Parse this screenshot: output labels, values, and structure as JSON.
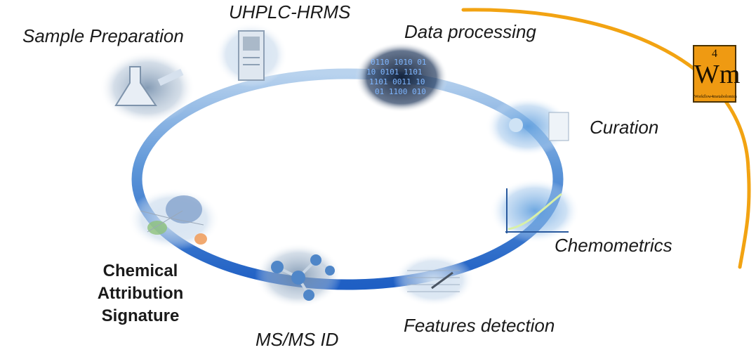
{
  "steps": {
    "sample_preparation": "Sample Preparation",
    "uhplc_hrms": "UHPLC-HRMS",
    "data_processing": "Data processing",
    "curation": "Curation",
    "chemometrics": "Chemometrics",
    "features_detection": "Features detection",
    "msms_id": "MS/MS ID"
  },
  "output": {
    "line1": "Chemical",
    "line2": "Attribution",
    "line3": "Signature"
  },
  "logo": {
    "number": "4",
    "symbol": "Wm",
    "caption": "Workflow4metabolomics"
  },
  "colors": {
    "cycle_blue": "#3f7fd0",
    "arc_orange": "#f2a312",
    "logo_fill": "#ef9a12"
  },
  "icons": [
    "flask-photo-icon",
    "instrument-photo-icon",
    "binary-data-icon",
    "curation-photo-icon",
    "chart-photo-icon",
    "spectrum-document-icon",
    "molecule-icon",
    "network-graph-icon"
  ]
}
